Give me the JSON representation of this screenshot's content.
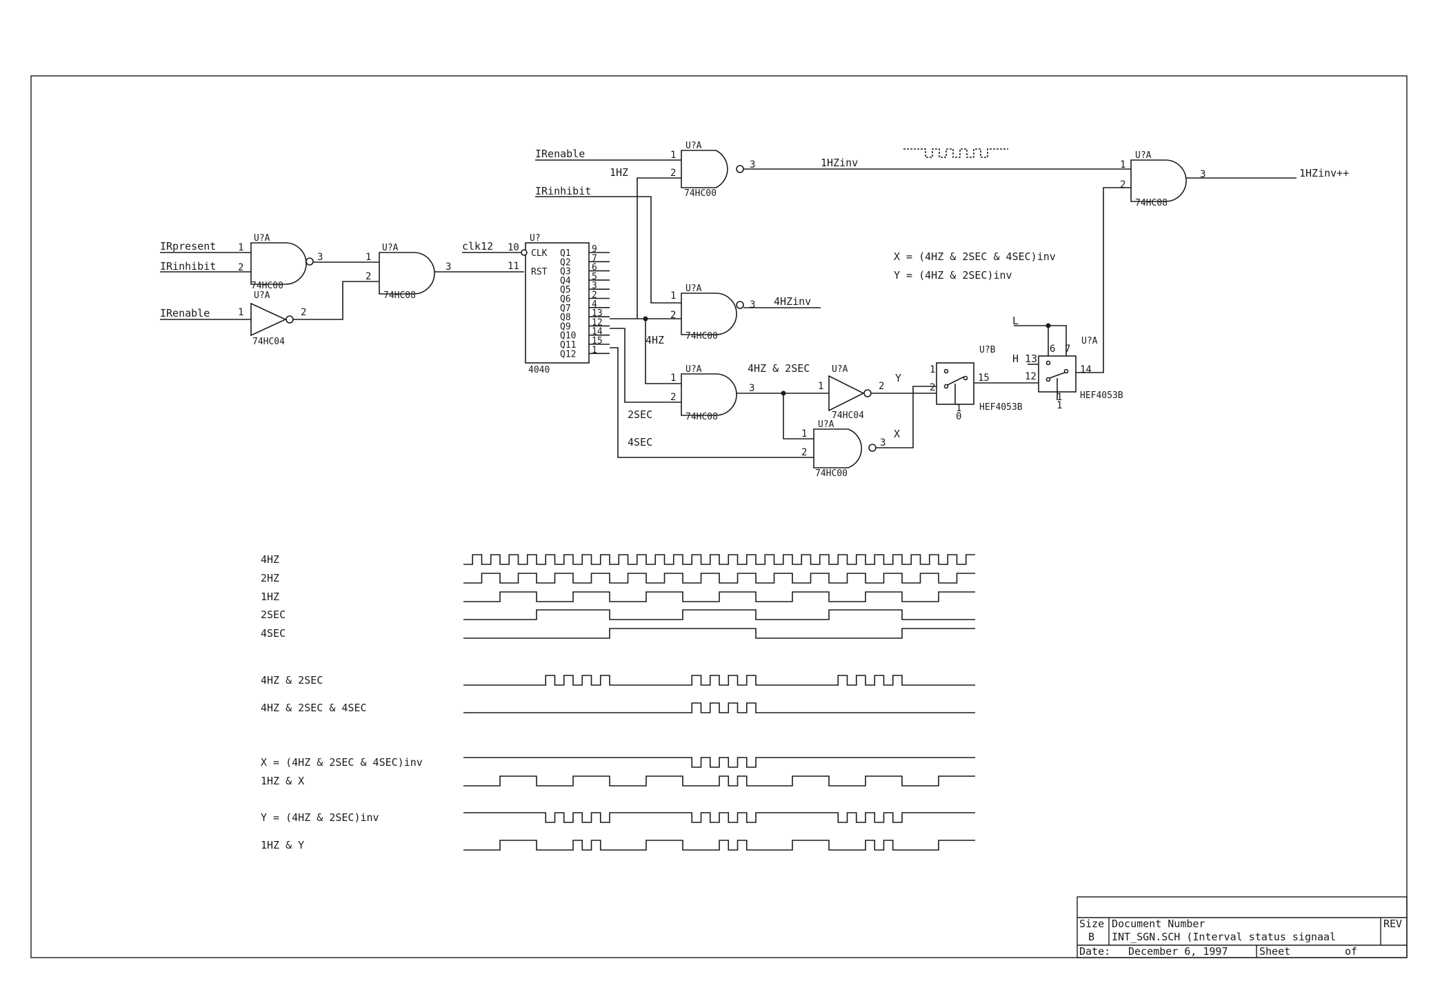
{
  "nets": {
    "ir_enable_top": "IRenable",
    "one_hz": "1HZ",
    "ir_inhibit_top": "IRinhibit",
    "ir_present": "IRpresent",
    "ir_inhibit": "IRinhibit",
    "ir_enable": "IRenable",
    "clk12": "clk12",
    "one_hz_inv": "1HZinv",
    "one_hz_inv_out": "1HZinv++",
    "four_hz_inv": "4HZinv",
    "four_hz": "4HZ",
    "four_hz_2sec": "4HZ & 2SEC",
    "two_sec": "2SEC",
    "four_sec": "4SEC",
    "y": "Y",
    "x": "X",
    "l": "L",
    "h13": "H 13"
  },
  "equations": [
    "X = (4HZ & 2SEC & 4SEC)inv",
    "Y = (4HZ & 2SEC)inv"
  ],
  "parts": {
    "nand1": {
      "ref": "U?A",
      "type": "74HC00",
      "in1": "1",
      "in2": "2",
      "out": "3"
    },
    "and1": {
      "ref": "U?A",
      "type": "74HC08",
      "in1": "1",
      "in2": "2",
      "out": "3"
    },
    "inv1": {
      "ref": "U?A",
      "type": "74HC04",
      "in": "1",
      "out": "2"
    },
    "nand_top": {
      "ref": "U?A",
      "type": "74HC00",
      "in1": "1",
      "in2": "2",
      "out": "3"
    },
    "and_out": {
      "ref": "U?A",
      "type": "74HC08",
      "in1": "1",
      "in2": "2",
      "out": "3"
    },
    "nand_4hz": {
      "ref": "U?A",
      "type": "74HC00",
      "in1": "1",
      "in2": "2",
      "out": "3"
    },
    "and_mid": {
      "ref": "U?A",
      "type": "74HC08",
      "in1": "1",
      "in2": "2",
      "out": "3"
    },
    "inv_mid": {
      "ref": "U?A",
      "type": "74HC04",
      "in": "1",
      "out": "2"
    },
    "nand_x": {
      "ref": "U?A",
      "type": "74HC00",
      "in1": "1",
      "in2": "2",
      "out": "3"
    },
    "mux1": {
      "ref": "U?B",
      "type": "HEF4053B",
      "p1": "1",
      "p2": "2",
      "p15": "15",
      "sel1": "1",
      "sel0": "0"
    },
    "mux2": {
      "ref": "U?A",
      "type": "HEF4053B",
      "p6": "6",
      "p7": "7",
      "p12": "12",
      "p14": "14",
      "sel1": "1",
      "sel2": "1"
    },
    "counter": {
      "ref": "U?",
      "type": "4040",
      "clk_pin": "10",
      "clk_label": "CLK",
      "rst_pin": "11",
      "rst_label": "RST",
      "outputs": [
        {
          "label": "Q1",
          "pin": "9"
        },
        {
          "label": "Q2",
          "pin": "7"
        },
        {
          "label": "Q3",
          "pin": "6"
        },
        {
          "label": "Q4",
          "pin": "5"
        },
        {
          "label": "Q5",
          "pin": "3"
        },
        {
          "label": "Q6",
          "pin": "2"
        },
        {
          "label": "Q7",
          "pin": "4"
        },
        {
          "label": "Q8",
          "pin": "13"
        },
        {
          "label": "Q9",
          "pin": "12"
        },
        {
          "label": "Q10",
          "pin": "14"
        },
        {
          "label": "Q11",
          "pin": "15"
        },
        {
          "label": "Q12",
          "pin": "1"
        }
      ]
    }
  },
  "timing": {
    "signals": [
      {
        "label": "4HZ",
        "levels": [
          0,
          1,
          0,
          1,
          0,
          1,
          0,
          1,
          0,
          1,
          0,
          1,
          0,
          1,
          0,
          1,
          0,
          1,
          0,
          1,
          0,
          1,
          0,
          1,
          0,
          1,
          0,
          1,
          0,
          1,
          0,
          1,
          0,
          1,
          0,
          1,
          0,
          1,
          0,
          1,
          0,
          1,
          0,
          1,
          0,
          1,
          0,
          1,
          0,
          1,
          0,
          1,
          0,
          1,
          0,
          1
        ]
      },
      {
        "label": "2HZ",
        "levels": [
          0,
          0,
          1,
          1,
          0,
          0,
          1,
          1,
          0,
          0,
          1,
          1,
          0,
          0,
          1,
          1,
          0,
          0,
          1,
          1,
          0,
          0,
          1,
          1,
          0,
          0,
          1,
          1,
          0,
          0,
          1,
          1,
          0,
          0,
          1,
          1,
          0,
          0,
          1,
          1,
          0,
          0,
          1,
          1,
          0,
          0,
          1,
          1,
          0,
          0,
          1,
          1,
          0,
          0,
          1,
          1
        ]
      },
      {
        "label": "1HZ",
        "levels": [
          0,
          0,
          0,
          0,
          1,
          1,
          1,
          1,
          0,
          0,
          0,
          0,
          1,
          1,
          1,
          1,
          0,
          0,
          0,
          0,
          1,
          1,
          1,
          1,
          0,
          0,
          0,
          0,
          1,
          1,
          1,
          1,
          0,
          0,
          0,
          0,
          1,
          1,
          1,
          1,
          0,
          0,
          0,
          0,
          1,
          1,
          1,
          1,
          0,
          0,
          0,
          0,
          1,
          1,
          1,
          1
        ]
      },
      {
        "label": "2SEC",
        "levels": [
          0,
          0,
          0,
          0,
          0,
          0,
          0,
          0,
          1,
          1,
          1,
          1,
          1,
          1,
          1,
          1,
          0,
          0,
          0,
          0,
          0,
          0,
          0,
          0,
          1,
          1,
          1,
          1,
          1,
          1,
          1,
          1,
          0,
          0,
          0,
          0,
          0,
          0,
          0,
          0,
          1,
          1,
          1,
          1,
          1,
          1,
          1,
          1,
          0,
          0,
          0,
          0,
          0,
          0,
          0,
          0
        ]
      },
      {
        "label": "4SEC",
        "levels": [
          0,
          0,
          0,
          0,
          0,
          0,
          0,
          0,
          0,
          0,
          0,
          0,
          0,
          0,
          0,
          0,
          1,
          1,
          1,
          1,
          1,
          1,
          1,
          1,
          1,
          1,
          1,
          1,
          1,
          1,
          1,
          1,
          0,
          0,
          0,
          0,
          0,
          0,
          0,
          0,
          0,
          0,
          0,
          0,
          0,
          0,
          0,
          0,
          1,
          1,
          1,
          1,
          1,
          1,
          1,
          1
        ]
      },
      {
        "label": "4HZ & 2SEC",
        "levels": [
          0,
          0,
          0,
          0,
          0,
          0,
          0,
          0,
          0,
          1,
          0,
          1,
          0,
          1,
          0,
          1,
          0,
          0,
          0,
          0,
          0,
          0,
          0,
          0,
          0,
          1,
          0,
          1,
          0,
          1,
          0,
          1,
          0,
          0,
          0,
          0,
          0,
          0,
          0,
          0,
          0,
          1,
          0,
          1,
          0,
          1,
          0,
          1,
          0,
          0,
          0,
          0,
          0,
          0,
          0,
          0
        ]
      },
      {
        "label": "4HZ & 2SEC & 4SEC",
        "levels": [
          0,
          0,
          0,
          0,
          0,
          0,
          0,
          0,
          0,
          0,
          0,
          0,
          0,
          0,
          0,
          0,
          0,
          0,
          0,
          0,
          0,
          0,
          0,
          0,
          0,
          1,
          0,
          1,
          0,
          1,
          0,
          1,
          0,
          0,
          0,
          0,
          0,
          0,
          0,
          0,
          0,
          0,
          0,
          0,
          0,
          0,
          0,
          0,
          0,
          0,
          0,
          0,
          0,
          0,
          0,
          0
        ]
      },
      {
        "label": "X = (4HZ & 2SEC & 4SEC)inv",
        "levels": [
          1,
          1,
          1,
          1,
          1,
          1,
          1,
          1,
          1,
          1,
          1,
          1,
          1,
          1,
          1,
          1,
          1,
          1,
          1,
          1,
          1,
          1,
          1,
          1,
          1,
          0,
          1,
          0,
          1,
          0,
          1,
          0,
          1,
          1,
          1,
          1,
          1,
          1,
          1,
          1,
          1,
          1,
          1,
          1,
          1,
          1,
          1,
          1,
          1,
          1,
          1,
          1,
          1,
          1,
          1,
          1
        ]
      },
      {
        "label": "1HZ & X",
        "levels": [
          0,
          0,
          0,
          0,
          1,
          1,
          1,
          1,
          0,
          0,
          0,
          0,
          1,
          1,
          1,
          1,
          0,
          0,
          0,
          0,
          1,
          1,
          1,
          1,
          0,
          0,
          0,
          0,
          1,
          0,
          1,
          0,
          0,
          0,
          0,
          0,
          1,
          1,
          1,
          1,
          0,
          0,
          0,
          0,
          1,
          1,
          1,
          1,
          0,
          0,
          0,
          0,
          1,
          1,
          1,
          1
        ]
      },
      {
        "label": "Y = (4HZ & 2SEC)inv",
        "levels": [
          1,
          1,
          1,
          1,
          1,
          1,
          1,
          1,
          1,
          0,
          1,
          0,
          1,
          0,
          1,
          0,
          1,
          1,
          1,
          1,
          1,
          1,
          1,
          1,
          1,
          0,
          1,
          0,
          1,
          0,
          1,
          0,
          1,
          1,
          1,
          1,
          1,
          1,
          1,
          1,
          1,
          0,
          1,
          0,
          1,
          0,
          1,
          0,
          1,
          1,
          1,
          1,
          1,
          1,
          1,
          1
        ]
      },
      {
        "label": "1HZ & Y",
        "levels": [
          0,
          0,
          0,
          0,
          1,
          1,
          1,
          1,
          0,
          0,
          0,
          0,
          1,
          0,
          1,
          0,
          0,
          0,
          0,
          0,
          1,
          1,
          1,
          1,
          0,
          0,
          0,
          0,
          1,
          0,
          1,
          0,
          0,
          0,
          0,
          0,
          1,
          1,
          1,
          1,
          0,
          0,
          0,
          0,
          1,
          0,
          1,
          0,
          0,
          0,
          0,
          0,
          1,
          1,
          1,
          1
        ]
      }
    ]
  },
  "title_block": {
    "size_label": "Size",
    "size": "B",
    "doc_label": "Document Number",
    "doc": "INT_SGN.SCH (Interval status signaal",
    "rev_label": "REV",
    "date_label": "Date:",
    "date": "December  6, 1997",
    "sheet_label": "Sheet",
    "of_label": "of"
  }
}
